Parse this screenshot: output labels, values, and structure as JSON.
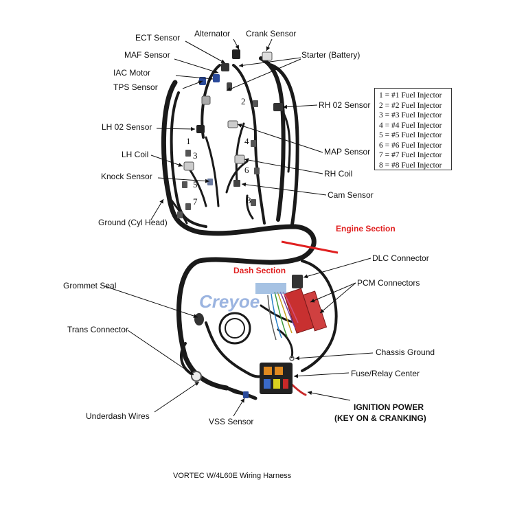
{
  "labels": {
    "ect_sensor": "ECT Sensor",
    "alternator": "Alternator",
    "crank_sensor": "Crank Sensor",
    "maf_sensor": "MAF Sensor",
    "starter": "Starter (Battery)",
    "iac_motor": "IAC Motor",
    "tps_sensor": "TPS Sensor",
    "rh_o2_sensor": "RH 02 Sensor",
    "lh_o2_sensor": "LH 02 Sensor",
    "map_sensor": "MAP Sensor",
    "lh_coil": "LH Coil",
    "rh_coil": "RH Coil",
    "knock_sensor": "Knock Sensor",
    "cam_sensor": "Cam Sensor",
    "ground_cyl_head": "Ground (Cyl Head)",
    "engine_section": "Engine Section",
    "dlc_connector": "DLC Connector",
    "dash_section": "Dash Section",
    "pcm_connectors": "PCM Connectors",
    "grommet_seal": "Grommet Seal",
    "trans_connector": "Trans Connector",
    "chassis_ground": "Chassis Ground",
    "fuse_relay_center": "Fuse/Relay Center",
    "ignition_power_1": "IGNITION POWER",
    "ignition_power_2": "(KEY ON & CRANKING)",
    "underdash_wires": "Underdash Wires",
    "vss_sensor": "VSS Sensor"
  },
  "injector_numbers": [
    "1",
    "2",
    "3",
    "4",
    "5",
    "6",
    "7",
    "8"
  ],
  "legend": [
    "1 = #1 Fuel Injector",
    "2 = #2 Fuel Injector",
    "3 = #3 Fuel Injector",
    "4 = #4 Fuel Injector",
    "5 = #5 Fuel Injector",
    "6 = #6 Fuel Injector",
    "7 = #7 Fuel Injector",
    "8 = #8 Fuel Injector"
  ],
  "watermark": "Creyoe",
  "caption": "VORTEC W/4L60E Wiring Harness",
  "colors": {
    "wire": "#1a1a1a",
    "section_label": "#e02020",
    "connector_blue": "#2a4a9a",
    "pcm_red": "#c83030",
    "watermark": "#4a78c8"
  }
}
